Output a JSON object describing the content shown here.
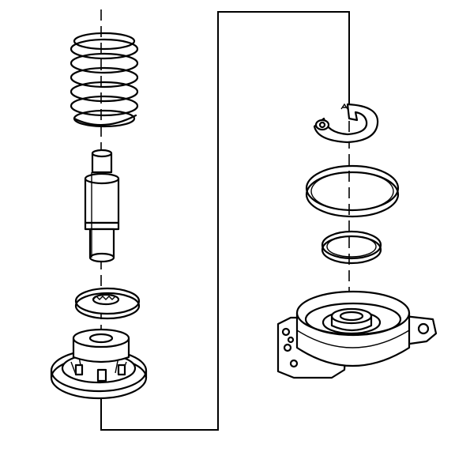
{
  "diagram": {
    "type": "exploded-assembly-drawing",
    "left_stack_parts": [
      "coil-spring",
      "valve-stem",
      "splined-washer",
      "spring-seat"
    ],
    "right_stack_parts": [
      "snap-ring",
      "large-o-ring",
      "small-seal-ring",
      "housing-cover"
    ],
    "connector": "assembly-path-line"
  }
}
